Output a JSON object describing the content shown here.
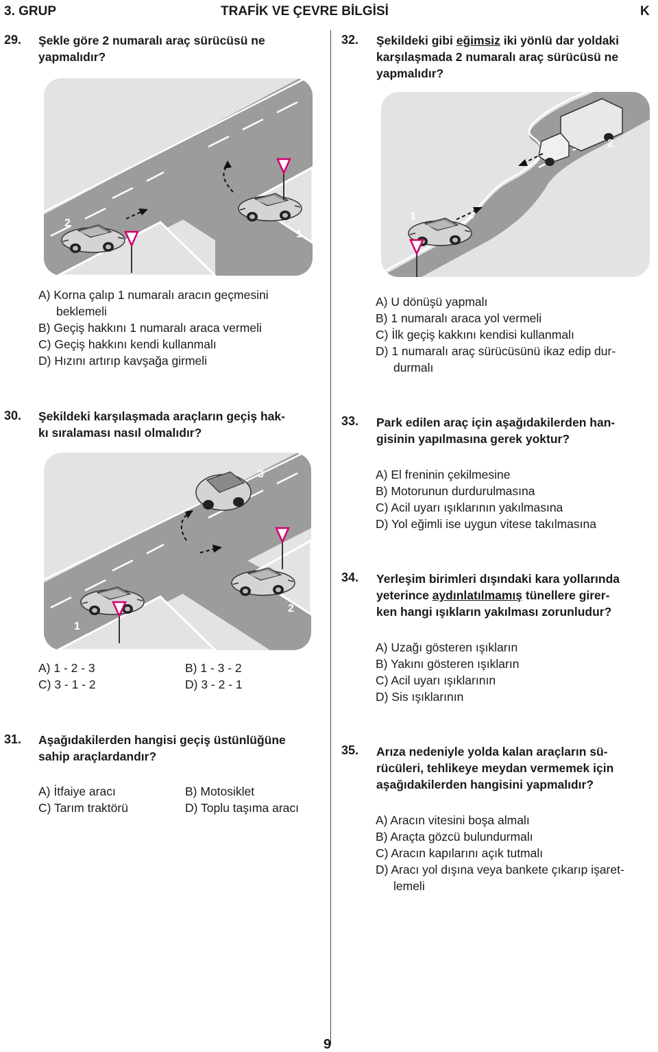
{
  "header": {
    "group": "3. GRUP",
    "title": "TRAFİK VE ÇEVRE BİLGİSİ",
    "booklet": "K"
  },
  "q29": {
    "number": "29.",
    "text_line1": "Şekle göre 2 numaralı araç sürücüsü ne",
    "text_line2": "yapmalıdır?",
    "figure_labels": {
      "car1": "1",
      "car2": "2"
    },
    "options": {
      "A1": "A) Korna çalıp 1 numaralı aracın geçmesini",
      "A2": "beklemeli",
      "B": "B) Geçiş hakkını 1 numaralı araca vermeli",
      "C": "C) Geçiş hakkını kendi kullanmalı",
      "D": "D) Hızını artırıp kavşağa girmeli"
    }
  },
  "q30": {
    "number": "30.",
    "text_line1": "Şekildeki karşılaşmada araçların geçiş hak-",
    "text_line2": "kı sıralaması nasıl olmalıdır?",
    "figure_labels": {
      "car1": "1",
      "car2": "2",
      "car3": "3"
    },
    "options": {
      "A": "A) 1 - 2 - 3",
      "B": "B) 1 - 3 - 2",
      "C": "C) 3 - 1 - 2",
      "D": "D) 3 - 2 - 1"
    }
  },
  "q31": {
    "number": "31.",
    "text_line1": "Aşağıdakilerden hangisi geçiş üstünlüğüne",
    "text_line2": "sahip araçlardandır?",
    "options": {
      "A": "A) İtfaiye aracı",
      "B": "B) Motosiklet",
      "C": "C) Tarım traktörü",
      "D": "D) Toplu taşıma aracı"
    }
  },
  "q32": {
    "number": "32.",
    "text_line1_pre": "Şekildeki gibi ",
    "text_line1_u": "eğimsiz",
    "text_line1_post": " iki yönlü dar yoldaki",
    "text_line2": "karşılaşmada 2 numaralı araç sürücüsü ne",
    "text_line3": "yapmalıdır?",
    "figure_labels": {
      "car1": "1",
      "truck2": "2"
    },
    "options": {
      "A": "A) U dönüşü yapmalı",
      "B": "B) 1 numaralı araca yol vermeli",
      "C": "C) İlk geçiş kakkını kendisi kullanmalı",
      "D1": "D) 1 numaralı araç sürücüsünü ikaz edip dur-",
      "D2": "durmalı"
    }
  },
  "q33": {
    "number": "33.",
    "text_line1": "Park edilen araç için aşağıdakilerden han-",
    "text_line2": "gisinin yapılmasına gerek yoktur?",
    "options": {
      "A": "A) El freninin çekilmesine",
      "B": "B) Motorunun durdurulmasına",
      "C": "C) Acil uyarı ışıklarının yakılmasına",
      "D": "D) Yol eğimli ise uygun vitese takılmasına"
    }
  },
  "q34": {
    "number": "34.",
    "text_line1": "Yerleşim birimleri dışındaki kara yollarında",
    "text_line2_pre": "yeterince ",
    "text_line2_u": "aydınlatılmamış",
    "text_line2_post": " tünellere girer-",
    "text_line3": "ken hangi ışıkların yakılması zorunludur?",
    "options": {
      "A": "A) Uzağı gösteren ışıkların",
      "B": "B) Yakını gösteren ışıkların",
      "C": "C) Acil uyarı ışıklarının",
      "D": "D) Sis ışıklarının"
    }
  },
  "q35": {
    "number": "35.",
    "text_line1": "Arıza nedeniyle yolda kalan araçların sü-",
    "text_line2": "rücüleri, tehlikeye meydan vermemek için",
    "text_line3": "aşağıdakilerden hangisini yapmalıdır?",
    "options": {
      "A": "A) Aracın vitesini boşa almalı",
      "B": "B) Araçta gözcü bulundurmalı",
      "C": "C) Aracın kapılarını açık tutmalı",
      "D1": "D) Aracı yol dışına veya bankete çıkarıp işaret-",
      "D2": "lemeli"
    }
  },
  "page_number": "9"
}
